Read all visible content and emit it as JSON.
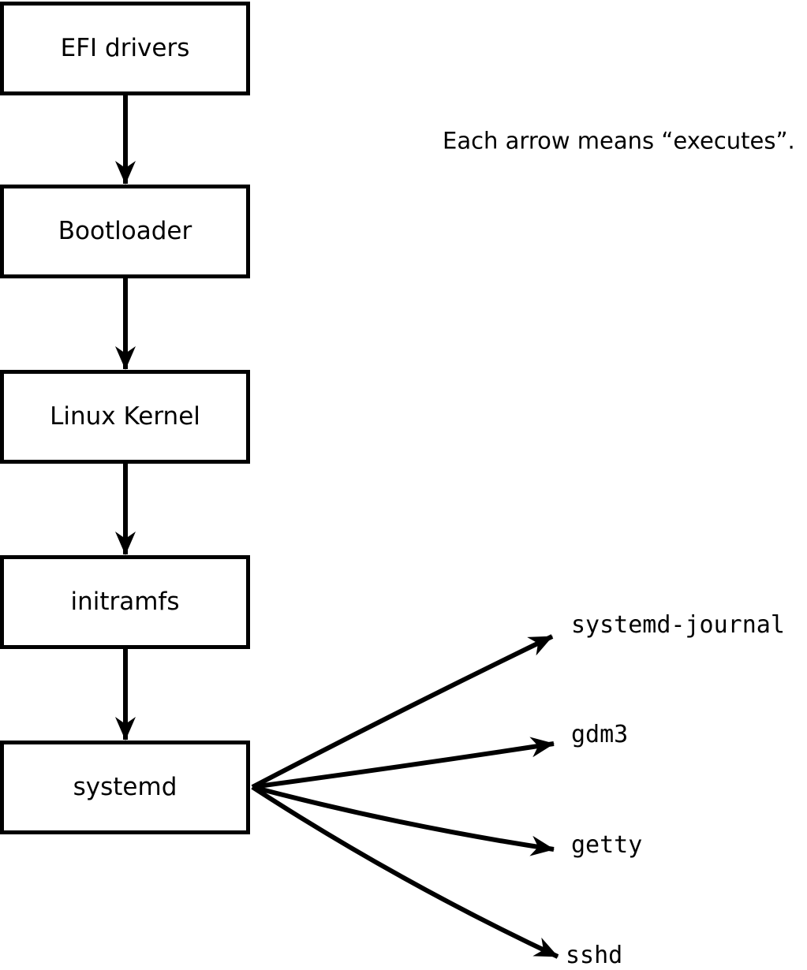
{
  "diagram": {
    "annotation": "Each arrow means “executes”.",
    "boot_chain": [
      {
        "label": "EFI drivers"
      },
      {
        "label": "Bootloader"
      },
      {
        "label": "Linux Kernel"
      },
      {
        "label": "initramfs"
      },
      {
        "label": "systemd"
      }
    ],
    "spawned_processes": [
      {
        "label": "systemd-journal"
      },
      {
        "label": "gdm3"
      },
      {
        "label": "getty"
      },
      {
        "label": "sshd"
      }
    ],
    "colors": {
      "background": "#ffffff",
      "box_fill": "#ffffff",
      "box_border": "#000000",
      "arrow": "#000000",
      "text": "#000000"
    }
  }
}
